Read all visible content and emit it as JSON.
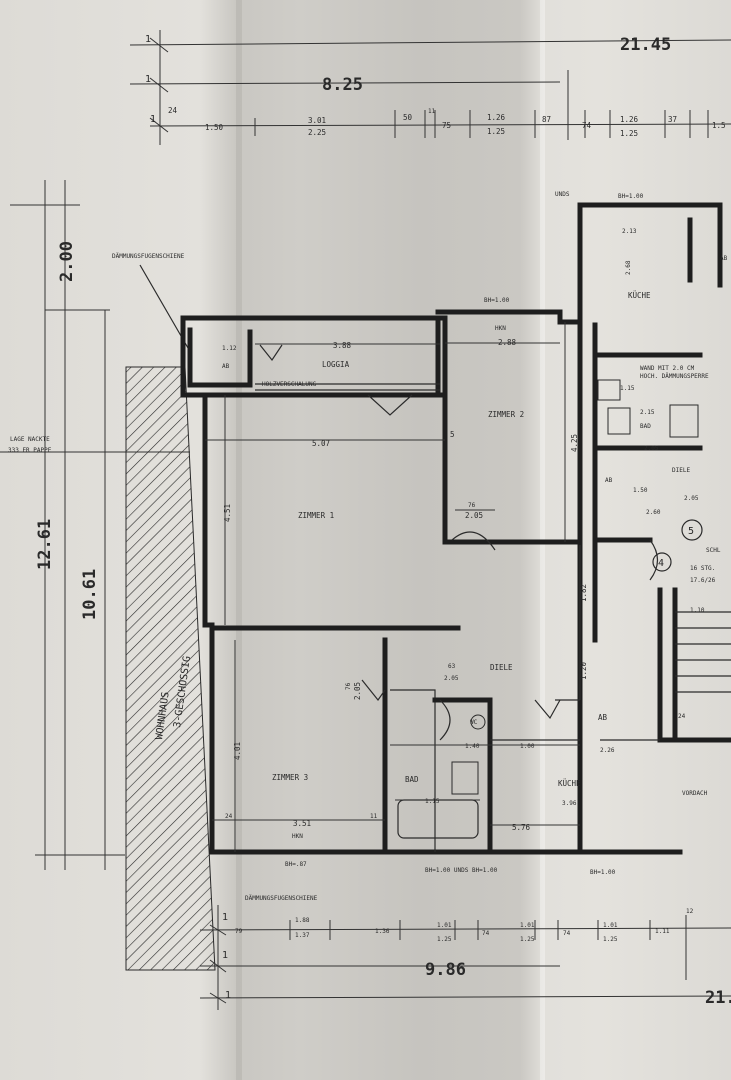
{
  "dimensions": {
    "top_total": "21.45",
    "top_left": "8.25",
    "top_sub": [
      "1.50",
      "3.01",
      "2.25",
      "50",
      "11",
      "75",
      "1.26",
      "1.25",
      "87",
      "74",
      "1.26",
      "1.25",
      "37",
      "1.5"
    ],
    "top_markers": [
      "1",
      "1",
      "1",
      "24"
    ],
    "left_outer": "12.61",
    "left_inner": "10.61",
    "left_top": "2.00",
    "bottom_total": "9.86",
    "bottom_right": "21.",
    "bottom_sub": [
      "79",
      "1.88",
      "1.37",
      "1.36",
      "1.01",
      "1.25",
      "74",
      "1.01",
      "1.25",
      "74",
      "1.01",
      "1.25",
      "1.11",
      "12"
    ],
    "bottom_markers": [
      "1",
      "1",
      "1"
    ]
  },
  "labels": {
    "daemmung_top": "DÄMMUNGSFUGENSCHIENE",
    "daemmung_bottom": "DÄMMUNGSFUGENSCHIENE",
    "lage": "LAGE NACKTE",
    "pappe": "333 ER PAPPE",
    "wohnhaus": "WOHNHAUS",
    "geschossig": "3-GESCHOSSIG",
    "holzverschalung": "HOLZVERSCHALUNG",
    "bh_top": "BH=1.00",
    "bh_right_top": "BH=1.00",
    "bh_bottom": "BH=1.00 UNDS BH=1.00",
    "bh_left_bottom": "BH=.87",
    "bh_right_bottom": "BH=1.00",
    "wand": "WAND MIT 2.0 CM",
    "wand2": "HOCH. DÄMMUNGSPERRE",
    "vorbau": "VORDACH",
    "unds": "UNDS"
  },
  "rooms": {
    "loggia": "LOGGIA",
    "ab_loggia": "AB",
    "hkn_top": "HKN",
    "zimmer1": "ZIMMER 1",
    "zimmer2": "ZIMMER 2",
    "zimmer3": "ZIMMER 3",
    "hkn_bottom": "HKN",
    "diele": "DIELE",
    "wc": "WC",
    "bad": "BAD",
    "ab": "AB",
    "kueche": "KÜCHE",
    "kueche_r": "KÜCHE",
    "bad_r": "BAD",
    "ab_r": "AB",
    "diele_r": "DIELE",
    "ab_far": "AB",
    "schl": "SCHL",
    "stg": "16 STG.",
    "stg_dim": "17.6/26"
  },
  "room_dims": {
    "loggia_w": "3.88",
    "ab_loggia": "1.12",
    "hkn_w": "2.88",
    "z1_w": "5.07",
    "z1_h": "4.51",
    "z2_w": "2.05",
    "z2_d": "76",
    "z2_h": "4.25",
    "z3_w": "3.51",
    "z3_h": "4.01",
    "z3_door": "2.05",
    "z3_door_d": "76",
    "diele_w": "2.05",
    "diele_63": "63",
    "bad_w": "1.15",
    "wc_w": "1.40",
    "ab_w": "1.00",
    "kueche_w": "2.26",
    "kueche_len": "5.76",
    "kueche_dim": "3.96",
    "rdim_a": "2.13",
    "rdim_b": "2.68",
    "rdim_c": "1.15",
    "rdim_d": "2.15",
    "rdim_e": "2.05",
    "rdim_f": "1.50",
    "rdim_g": "2.05",
    "rdim_h": "2.60",
    "rdim_i": "1.82",
    "rdim_j": "1.20",
    "rdim_k": "1.10",
    "misc_24a": "24",
    "misc_24b": "24",
    "misc_5": "5",
    "misc_115": "11",
    "circle_4": "4",
    "circle_5": "5"
  }
}
